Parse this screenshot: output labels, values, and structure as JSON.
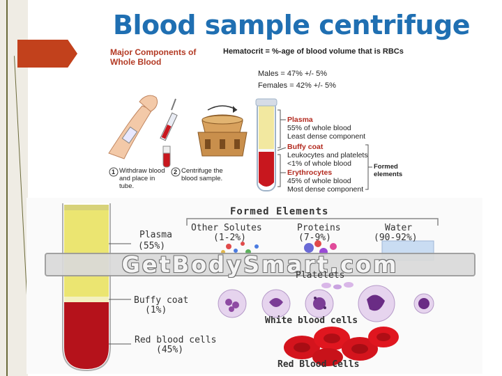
{
  "slide": {
    "title": "Blood sample centrifuge"
  },
  "top_figure": {
    "heading": "Major Components of Whole Blood",
    "hematocrit_def": "Hematocrit = %-age of blood volume that is RBCs",
    "males": "Males = 47% +/- 5%",
    "females": "Females = 42% +/- 5%",
    "step1": "Withdraw blood and place in tube.",
    "step1_num": "1",
    "step2": "Centrifuge the blood sample.",
    "step2_num": "2",
    "plasma": {
      "name": "Plasma",
      "line1": "55% of whole blood",
      "line2": "Least dense component"
    },
    "buffy": {
      "name": "Buffy coat",
      "line1": "Leukocytes and platelets",
      "line2": "<1% of whole blood"
    },
    "erythrocytes": {
      "name": "Erythrocytes",
      "line1": "45% of whole blood",
      "line2": "Most dense component"
    },
    "formed": "Formed elements"
  },
  "bottom_figure": {
    "header": "Formed Elements",
    "plasma": "Plasma",
    "plasma_pct": "(55%)",
    "other_solutes": "Other Solutes",
    "other_solutes_pct": "(1-2%)",
    "proteins": "Proteins",
    "proteins_pct": "(7-9%)",
    "water": "Water",
    "water_pct": "(90-92%)",
    "watermark": "GetBodySmart.com",
    "platelets": "Platelets",
    "buffy": "Buffy coat",
    "buffy_pct": "(1%)",
    "wbc": "White blood cells",
    "rbc_label": "Red blood cells",
    "rbc_pct": "(45%)",
    "rbc_title": "Red Blood Cells"
  },
  "colors": {
    "title": "#1f6fb2",
    "accent_arrow": "#c2411c",
    "plasma": "#e8e07a",
    "blood": "#b5121b",
    "heading_red": "#b33a24"
  }
}
